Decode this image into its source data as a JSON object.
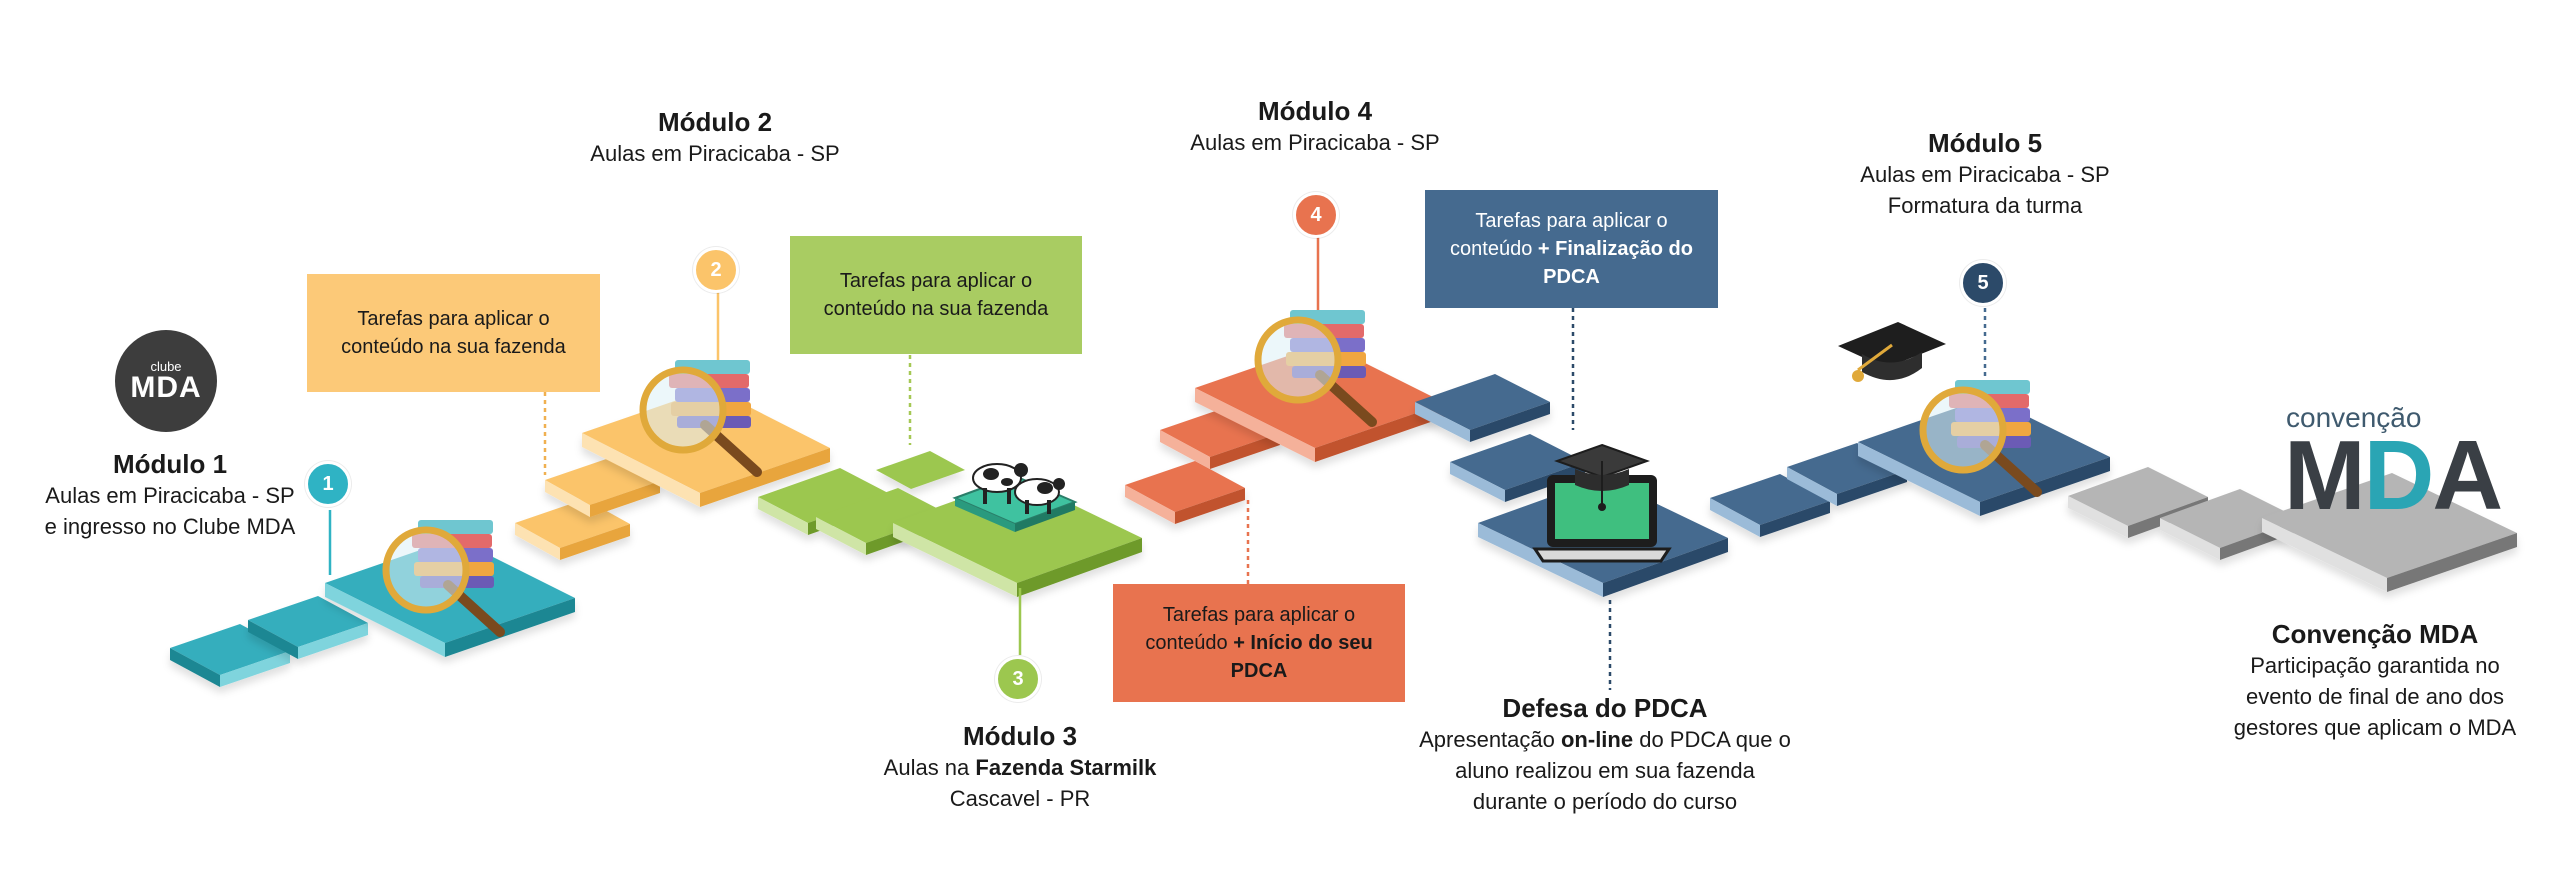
{
  "modules": {
    "m1": {
      "title": "Módulo 1",
      "line1": "Aulas em Piracicaba - SP",
      "line2": "e ingresso no Clube MDA",
      "badge": "1"
    },
    "m2": {
      "title": "Módulo 2",
      "line1": "Aulas em Piracicaba - SP",
      "badge": "2"
    },
    "m3": {
      "title": "Módulo 3",
      "line1_pre": "Aulas na ",
      "line1_bold": "Fazenda Starmilk",
      "line2": "Cascavel - PR",
      "badge": "3"
    },
    "m4": {
      "title": "Módulo 4",
      "line1": "Aulas em Piracicaba - SP",
      "badge": "4"
    },
    "m5": {
      "title": "Módulo 5",
      "line1": "Aulas em Piracicaba - SP",
      "line2": "Formatura da turma",
      "badge": "5"
    }
  },
  "tasks": {
    "t1": {
      "line1": "Tarefas para aplicar o",
      "line2": "conteúdo na sua fazenda"
    },
    "t2": {
      "line1": "Tarefas para aplicar o",
      "line2": "conteúdo na sua fazenda"
    },
    "t3": {
      "line1": "Tarefas para aplicar o",
      "line2_pre": "conteúdo ",
      "line2_bold": "+ Início do seu",
      "line3": "PDCA"
    },
    "t4": {
      "line1": "Tarefas para aplicar o",
      "line2_pre": "conteúdo ",
      "line2_bold": "+ Finalização do",
      "line3": "PDCA"
    }
  },
  "defesa": {
    "title": "Defesa do PDCA",
    "line1_pre": "Apresentação ",
    "line1_bold": "on-line",
    "line1_post": " do PDCA que o",
    "line2": "aluno realizou em sua fazenda",
    "line3": "durante o período do curso"
  },
  "convencao": {
    "title": "Convenção MDA",
    "line1": "Participação garantida no",
    "line2": "evento de final de ano dos",
    "line3": "gestores que aplicam o MDA",
    "logo_word": "convenção",
    "logo_mda_m": "M",
    "logo_mda_d": "D",
    "logo_mda_a": "A"
  },
  "logo": {
    "small": "clube",
    "big": "MDA"
  },
  "colors": {
    "teal": "#2fb3c4",
    "yellow": "#fbc46a",
    "green": "#9cc74f",
    "orange": "#e8734f",
    "navy": "#456a8f",
    "gray": "#b5b5b5"
  }
}
